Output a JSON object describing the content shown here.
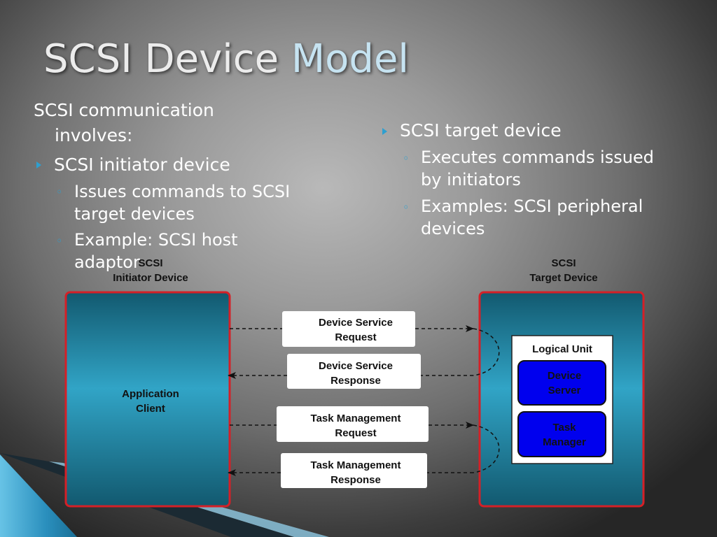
{
  "title": {
    "main": "SCSI Device ",
    "accent": "Model"
  },
  "left_column": {
    "intro_line1": "SCSI communication",
    "intro_line2": "involves:",
    "heading": "SCSI initiator device",
    "sub1_line1": "Issues commands to SCSI",
    "sub1_line2": "target devices",
    "sub2_line1": "Example: SCSI host",
    "sub2_line2": "adaptor"
  },
  "right_column": {
    "heading": "SCSI target device",
    "sub1_line1": "Executes commands issued",
    "sub1_line2": "by initiators",
    "sub2_line1": "Examples: SCSI peripheral",
    "sub2_line2": "devices"
  },
  "diagram": {
    "initiator_label_1": "SCSI",
    "initiator_label_2": "Initiator Device",
    "target_label_1": "SCSI",
    "target_label_2": "Target Device",
    "app_client_1": "Application",
    "app_client_2": "Client",
    "logical_unit": "Logical Unit",
    "device_server_1": "Device",
    "device_server_2": "Server",
    "task_manager_1": "Task",
    "task_manager_2": "Manager",
    "msg_dsr_req_1": "Device Service",
    "msg_dsr_req_2": "Request",
    "msg_dsr_resp_1": "Device Service",
    "msg_dsr_resp_2": "Response",
    "msg_tm_req_1": "Task Management",
    "msg_tm_req_2": "Request",
    "msg_tm_resp_1": "Task Management",
    "msg_tm_resp_2": "Response"
  },
  "colors": {
    "bullet": "#2e9fcf",
    "device_box_border": "#d42027",
    "inner_box_fill": "#0000ee",
    "teal_light": "#31a4c6",
    "teal_dark": "#12596f"
  }
}
